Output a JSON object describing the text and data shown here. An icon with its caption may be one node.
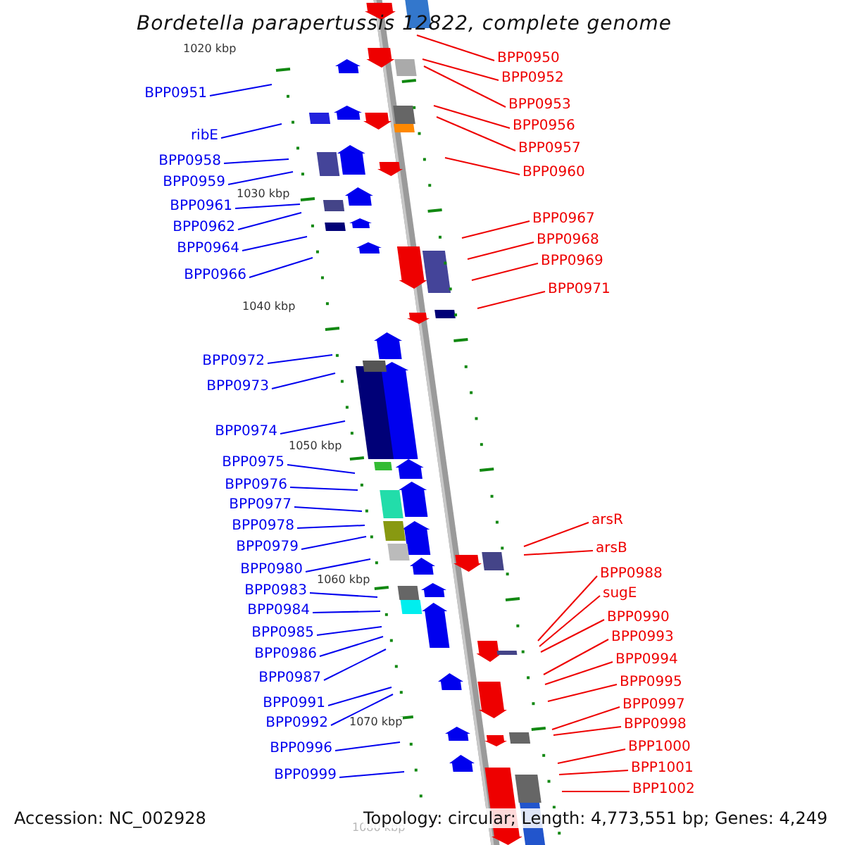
{
  "diagram": {
    "title": "Bordetella parapertussis 12822, complete genome",
    "nodes": [
      {
        "text": [
          "BPP0951"
        ]
      },
      {
        "text": [
          "ribE"
        ]
      },
      {
        "text": [
          "BPP0958"
        ]
      },
      {
        "text": [
          "BPP0959"
        ]
      },
      {
        "text": [
          "BPP0961"
        ]
      },
      {
        "text": [
          "BPP0962"
        ]
      },
      {
        "text": [
          "BPP0964"
        ]
      },
      {
        "text": [
          "BPP0966"
        ]
      },
      {
        "text": [
          "BPP0972"
        ]
      },
      {
        "text": [
          "BPP0973"
        ]
      },
      {
        "text": [
          "BPP0974"
        ]
      },
      {
        "text": [
          "BPP0975"
        ]
      },
      {
        "text": [
          "BPP0976"
        ]
      },
      {
        "text": [
          "BPP0977"
        ]
      },
      {
        "text": [
          "BPP0978"
        ]
      },
      {
        "text": [
          "BPP0979"
        ]
      },
      {
        "text": [
          "BPP0980"
        ]
      },
      {
        "text": [
          "BPP0983"
        ]
      },
      {
        "text": [
          "BPP0984"
        ]
      },
      {
        "text": [
          "BPP0985"
        ]
      },
      {
        "text": [
          "BPP0986"
        ]
      },
      {
        "text": [
          "BPP0987"
        ]
      },
      {
        "text": [
          "BPP0991"
        ]
      },
      {
        "text": [
          "BPP0992"
        ]
      },
      {
        "text": [
          "BPP0996"
        ]
      },
      {
        "text": [
          "BPP0999"
        ]
      },
      {
        "text": [
          "BPP0950"
        ]
      },
      {
        "text": [
          "BPP0952"
        ]
      },
      {
        "text": [
          "BPP0953"
        ]
      },
      {
        "text": [
          "BPP0956"
        ]
      },
      {
        "text": [
          "BPP0957"
        ]
      },
      {
        "text": [
          "BPP0960"
        ]
      },
      {
        "text": [
          "BPP0967"
        ]
      },
      {
        "text": [
          "BPP0968"
        ]
      },
      {
        "text": [
          "BPP0969"
        ]
      },
      {
        "text": [
          "BPP0971"
        ]
      },
      {
        "text": [
          "arsR"
        ]
      },
      {
        "text": [
          "arsB"
        ]
      },
      {
        "text": [
          "BPP0988"
        ]
      },
      {
        "text": [
          "sugE"
        ]
      },
      {
        "text": [
          "BPP0990"
        ]
      },
      {
        "text": [
          "BPP0993"
        ]
      },
      {
        "text": [
          "BPP0994"
        ]
      },
      {
        "text": [
          "BPP0995"
        ]
      },
      {
        "text": [
          "BPP0997"
        ]
      },
      {
        "text": [
          "BPP0998"
        ]
      },
      {
        "text": [
          "BPP1000"
        ]
      },
      {
        "text": [
          "BPP1001"
        ]
      },
      {
        "text": [
          "BPP1002"
        ]
      }
    ],
    "edges": [
      {
        "from": 0,
        "to": null,
        "arrow": "none"
      },
      {
        "from": 1,
        "to": null,
        "arrow": "none"
      },
      {
        "from": 2,
        "to": null,
        "arrow": "none"
      },
      {
        "from": 3,
        "to": null,
        "arrow": "none"
      },
      {
        "from": 4,
        "to": null,
        "arrow": "none"
      },
      {
        "from": 5,
        "to": null,
        "arrow": "none"
      },
      {
        "from": 6,
        "to": null,
        "arrow": "none"
      },
      {
        "from": 7,
        "to": null,
        "arrow": "none"
      },
      {
        "from": 8,
        "to": null,
        "arrow": "none"
      },
      {
        "from": 9,
        "to": null,
        "arrow": "none"
      },
      {
        "from": 10,
        "to": null,
        "arrow": "none"
      },
      {
        "from": 11,
        "to": null,
        "arrow": "none"
      },
      {
        "from": 12,
        "to": null,
        "arrow": "none"
      },
      {
        "from": 13,
        "to": null,
        "arrow": "none"
      },
      {
        "from": 14,
        "to": null,
        "arrow": "none"
      },
      {
        "from": 15,
        "to": null,
        "arrow": "none"
      },
      {
        "from": 16,
        "to": null,
        "arrow": "none"
      },
      {
        "from": 17,
        "to": null,
        "arrow": "none"
      },
      {
        "from": 18,
        "to": null,
        "arrow": "none"
      },
      {
        "from": 19,
        "to": null,
        "arrow": "none"
      },
      {
        "from": 20,
        "to": null,
        "arrow": "none"
      },
      {
        "from": 21,
        "to": null,
        "arrow": "none"
      },
      {
        "from": 22,
        "to": null,
        "arrow": "none"
      },
      {
        "from": 23,
        "to": null,
        "arrow": "none"
      },
      {
        "from": 24,
        "to": null,
        "arrow": "none"
      },
      {
        "from": 25,
        "to": null,
        "arrow": "none"
      },
      {
        "from": 26,
        "to": null,
        "arrow": "none",
        "color": "#ee0000"
      },
      {
        "from": 27,
        "to": null,
        "arrow": "none",
        "color": "#ee0000"
      },
      {
        "from": 28,
        "to": null,
        "arrow": "none",
        "color": "#ee0000"
      },
      {
        "from": 29,
        "to": null,
        "arrow": "none",
        "color": "#ee0000"
      },
      {
        "from": 30,
        "to": null,
        "arrow": "none",
        "color": "#ee0000"
      },
      {
        "from": 31,
        "to": null,
        "arrow": "none",
        "color": "#ee0000"
      },
      {
        "from": 32,
        "to": null,
        "arrow": "none",
        "color": "#ee0000"
      },
      {
        "from": 33,
        "to": null,
        "arrow": "none",
        "color": "#ee0000"
      },
      {
        "from": 34,
        "to": null,
        "arrow": "none",
        "color": "#ee0000"
      },
      {
        "from": 35,
        "to": null,
        "arrow": "none",
        "color": "#ee0000"
      },
      {
        "from": 36,
        "to": null,
        "arrow": "none",
        "color": "#ee0000"
      },
      {
        "from": 37,
        "to": null,
        "arrow": "none",
        "color": "#ee0000"
      },
      {
        "from": 38,
        "to": null,
        "arrow": "none",
        "color": "#ee0000"
      },
      {
        "from": 39,
        "to": null,
        "arrow": "none",
        "color": "#ee0000"
      },
      {
        "from": 40,
        "to": null,
        "arrow": "none",
        "color": "#ee0000"
      },
      {
        "from": 41,
        "to": null,
        "arrow": "none",
        "color": "#ee0000"
      },
      {
        "from": 42,
        "to": null,
        "arrow": "none",
        "color": "#ee0000"
      },
      {
        "from": 43,
        "to": null,
        "arrow": "none",
        "color": "#ee0000"
      },
      {
        "from": 44,
        "to": null,
        "arrow": "none",
        "color": "#ee0000"
      },
      {
        "from": 45,
        "to": null,
        "arrow": "none",
        "color": "#ee0000"
      },
      {
        "from": 46,
        "to": null,
        "arrow": "none",
        "color": "#ee0000"
      },
      {
        "from": 47,
        "to": null,
        "arrow": "none",
        "color": "#ee0000"
      },
      {
        "from": 48,
        "to": null,
        "arrow": "none",
        "color": "#ee0000"
      }
    ],
    "labels": [
      "1020 kbp",
      "1030 kbp",
      "1040 kbp",
      "1050 kbp",
      "1060 kbp",
      "1070 kbp",
      "1080 kbp",
      "Accession: NC_002928",
      "Topology: circular; Length: 4,773,551 bp; Genes: 4,249"
    ]
  }
}
